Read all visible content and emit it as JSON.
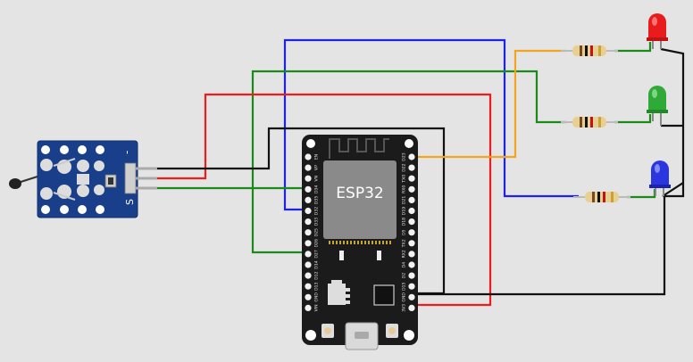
{
  "board": {
    "chip_label": "ESP32",
    "left_pins": [
      "EN",
      "VP",
      "VN",
      "D34",
      "D35",
      "D32",
      "D33",
      "D25",
      "D26",
      "D27",
      "D14",
      "D12",
      "D13",
      "GND",
      "VIN"
    ],
    "right_pins": [
      "D23",
      "D22",
      "TX0",
      "RX0",
      "D21",
      "D19",
      "D18",
      "D5",
      "TX2",
      "RX2",
      "D4",
      "D2",
      "D15",
      "GND",
      "3V3"
    ]
  },
  "sensor": {
    "label": "S",
    "minus_label": "-"
  },
  "colors": {
    "wire_red": "#ee1c1c",
    "wire_black": "#111111",
    "wire_green": "#1b8a1b",
    "wire_blue": "#1f24e0",
    "wire_orange": "#f3a41e",
    "led_red": "#e81c1c",
    "led_green": "#2faa38",
    "led_blue": "#2b36e0",
    "board": "#1b1b1b",
    "sensor_board": "#1a3f8a",
    "background": "#e4e4e4"
  }
}
